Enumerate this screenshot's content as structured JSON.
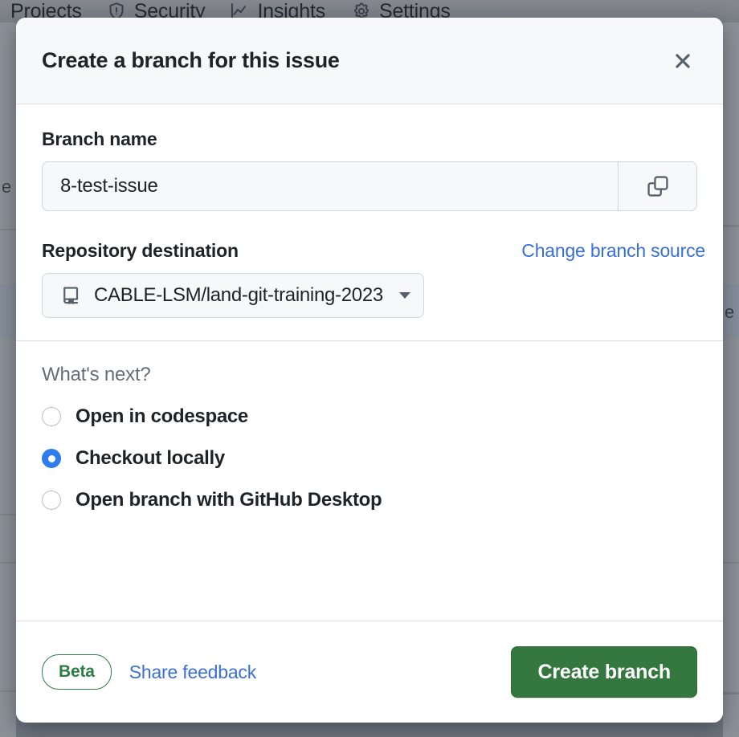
{
  "background": {
    "nav_items": [
      {
        "label": "Projects",
        "icon": ""
      },
      {
        "label": "Security",
        "icon": "shield-alert-icon"
      },
      {
        "label": "Insights",
        "icon": "graph-icon"
      },
      {
        "label": "Settings",
        "icon": "gear-icon"
      }
    ],
    "left_sliver_text": "e",
    "right_sliver_text": "e"
  },
  "dialog": {
    "title": "Create a branch for this issue",
    "close_icon": "close-icon",
    "branch": {
      "label": "Branch name",
      "value": "8-test-issue",
      "placeholder": "Branch name",
      "copy_icon": "copy-icon"
    },
    "repository": {
      "label": "Repository destination",
      "change_link": "Change branch source",
      "selected": "CABLE-LSM/land-git-training-2023",
      "repo_icon": "repo-icon",
      "caret_icon": "chevron-down-icon"
    },
    "whats_next": {
      "heading": "What's next?",
      "options": [
        {
          "label": "Open in codespace",
          "selected": false
        },
        {
          "label": "Checkout locally",
          "selected": true
        },
        {
          "label": "Open branch with GitHub Desktop",
          "selected": false
        }
      ]
    },
    "footer": {
      "beta_badge": "Beta",
      "feedback_link": "Share feedback",
      "primary_button": "Create branch"
    }
  },
  "colors": {
    "accent_link": "#3a6fd8",
    "primary_button_bg": "#34773f",
    "beta_green": "#2d7d46",
    "radio_selected": "#2f7ced",
    "header_bg": "#f6f8fa",
    "border": "#d0d7de"
  }
}
